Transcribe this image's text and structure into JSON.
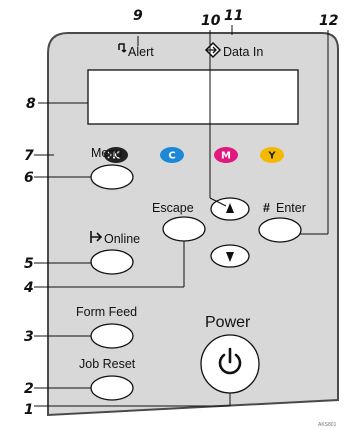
{
  "labels": {
    "alert": "Alert",
    "data_in": "Data In",
    "menu": "Menu",
    "escape": "Escape",
    "enter": "Enter",
    "online": "Online",
    "form_feed": "Form Feed",
    "job_reset": "Job Reset",
    "power": "Power"
  },
  "ink_indicators": [
    {
      "letter": "K",
      "color": "#222222"
    },
    {
      "letter": "C",
      "color": "#1e88d8"
    },
    {
      "letter": "M",
      "color": "#e0187f"
    },
    {
      "letter": "Y",
      "color": "#f5b800"
    }
  ],
  "callouts": [
    "1",
    "2",
    "3",
    "4",
    "5",
    "6",
    "7",
    "8",
    "9",
    "10",
    "11",
    "12"
  ],
  "figure_code": "AKS801",
  "colors": {
    "panel": "#d8d8d8",
    "panel_border": "#4a4a4a",
    "display": "#ffffff"
  }
}
